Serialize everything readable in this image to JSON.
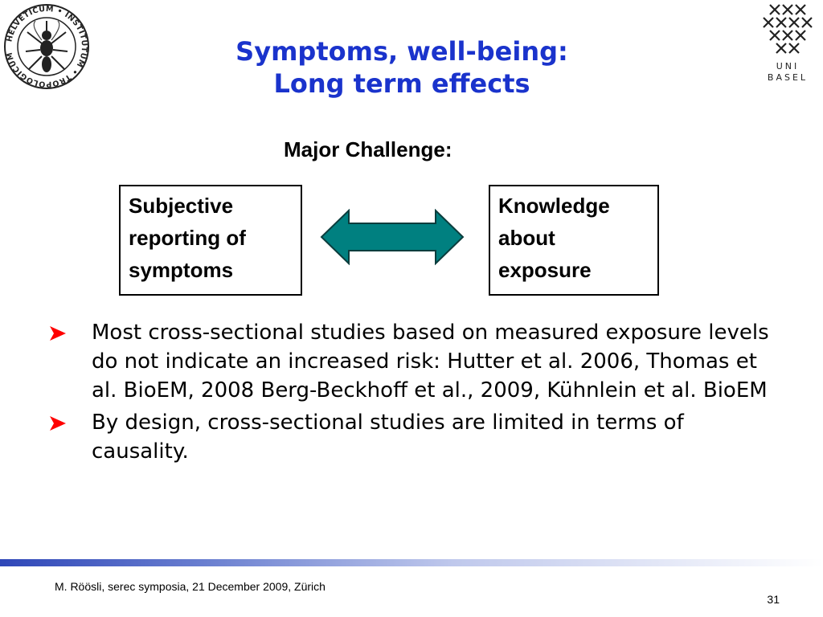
{
  "logos": {
    "left_name": "Swiss Tropical Institute seal",
    "left_text": "HELVETICUM INSTITUTUM TROPOLOGICUM",
    "right_name": "University of Basel logo",
    "right_text_line1": "UNI",
    "right_text_line2": "BASEL"
  },
  "title": {
    "line1": "Symptoms, well-being:",
    "line2": "Long term effects"
  },
  "subtitle": "Major Challenge:",
  "boxes": {
    "left": [
      "Subjective",
      "reporting of",
      "symptoms"
    ],
    "right": [
      "Knowledge",
      "about",
      "exposure"
    ]
  },
  "arrow": {
    "icon": "double-arrow-icon",
    "fill_color": "#008080"
  },
  "bullets": [
    {
      "text": "Most cross-sectional studies based on measured exposure levels do not indicate an increased risk: Hutter et al. 2006, Thomas et al. BioEM, 2008 Berg-Beckhoff et al., 2009, Kühnlein et al. BioEM"
    },
    {
      "text": "By design, cross-sectional studies are limited in terms of causality."
    }
  ],
  "colors": {
    "title": "#1a33cc",
    "bullet_marker": "#ff0000",
    "footer_bar": "#2f47b8"
  },
  "footer": {
    "citation": "M. Röösli, serec symposia, 21 December 2009, Zürich",
    "page_number": "31"
  }
}
